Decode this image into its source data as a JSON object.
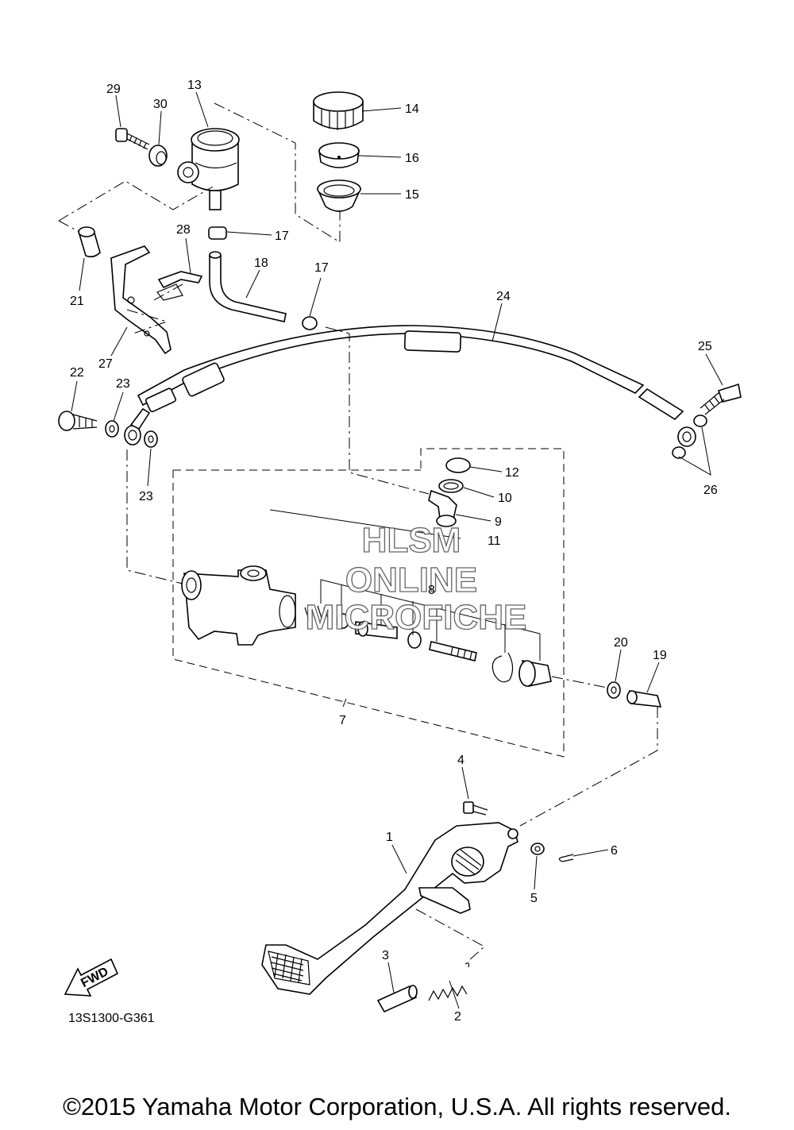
{
  "diagram_code": "13S1300-G361",
  "fwd_label": "FWD",
  "watermark": [
    "HLSM",
    "ONLINE",
    "MICROFICHE"
  ],
  "copyright": "©2015 Yamaha Motor Corporation, U.S.A. All rights reserved.",
  "callouts": [
    "1",
    "2",
    "3",
    "4",
    "5",
    "6",
    "7",
    "8",
    "9",
    "10",
    "11",
    "12",
    "13",
    "14",
    "15",
    "16",
    "17",
    "17",
    "18",
    "19",
    "20",
    "21",
    "22",
    "23",
    "23",
    "24",
    "25",
    "26",
    "27",
    "28",
    "29",
    "30"
  ]
}
